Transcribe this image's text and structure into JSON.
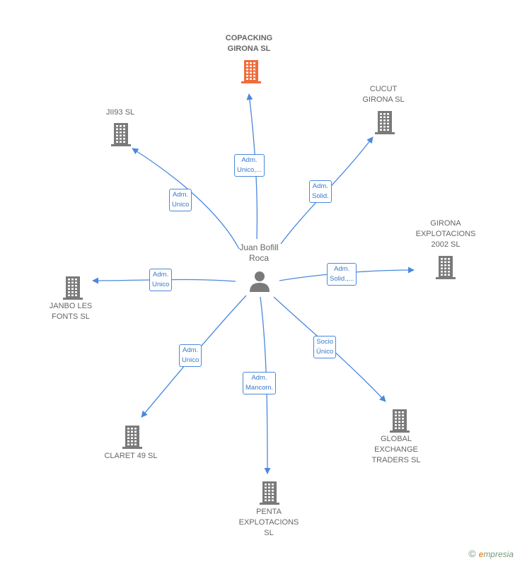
{
  "colors": {
    "edge": "#4a89dc",
    "node": "#7a7a7a",
    "highlight": "#f26b3a"
  },
  "center": {
    "name": "Juan Bofill\nRoca",
    "icon": "person-icon"
  },
  "companies": [
    {
      "id": "copacking",
      "name": "COPACKING\nGIRONA  SL",
      "highlight": true,
      "icon": "building-icon"
    },
    {
      "id": "cucut",
      "name": "CUCUT\nGIRONA  SL",
      "icon": "building-icon"
    },
    {
      "id": "jii93",
      "name": "JII93  SL",
      "icon": "building-icon"
    },
    {
      "id": "girona-explotacions",
      "name": "GIRONA\nEXPLOTACIONS\n2002 SL",
      "icon": "building-icon"
    },
    {
      "id": "janbo",
      "name": "JANBO LES\nFONTS SL",
      "icon": "building-icon"
    },
    {
      "id": "claret",
      "name": "CLARET 49 SL",
      "icon": "building-icon"
    },
    {
      "id": "penta",
      "name": "PENTA\nEXPLOTACIONS\nSL",
      "icon": "building-icon"
    },
    {
      "id": "global-exchange",
      "name": "GLOBAL\nEXCHANGE\nTRADERS  SL",
      "icon": "building-icon"
    }
  ],
  "relations": [
    {
      "to": "copacking",
      "label": "Adm.\nUnico,..."
    },
    {
      "to": "cucut",
      "label": "Adm.\nSolid."
    },
    {
      "to": "jii93",
      "label": "Adm.\nUnico"
    },
    {
      "to": "girona-explotacions",
      "label": "Adm.\nSolid.,..."
    },
    {
      "to": "janbo",
      "label": "Adm.\nUnico"
    },
    {
      "to": "claret",
      "label": "Adm.\nUnico"
    },
    {
      "to": "penta",
      "label": "Adm.\nMancom."
    },
    {
      "to": "global-exchange",
      "label": "Socio\nÚnico"
    }
  ],
  "footer": {
    "copyright": "©",
    "brand_initial": "e",
    "brand_rest": "mpresia"
  }
}
